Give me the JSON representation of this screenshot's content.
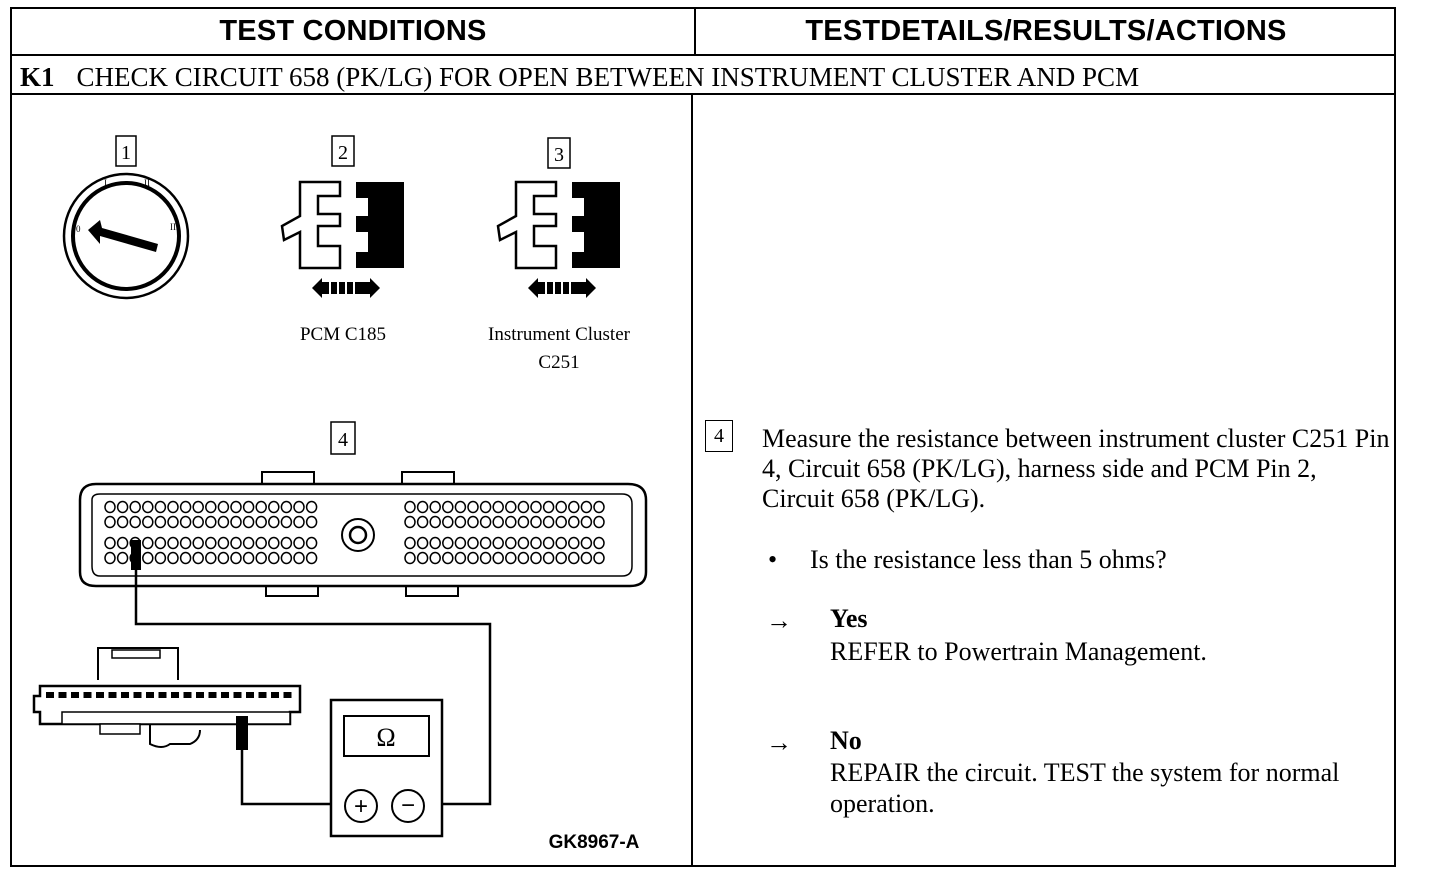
{
  "header": {
    "left_title": "TEST CONDITIONS",
    "right_title": "TESTDETAILS/RESULTS/ACTIONS"
  },
  "step": {
    "id": "K1",
    "title": "CHECK CIRCUIT 658 (PK/LG) FOR OPEN BETWEEN INSTRUMENT CLUSTER AND PCM"
  },
  "illustration": {
    "callout_1": "1",
    "callout_2": "2",
    "callout_3": "3",
    "callout_4": "4",
    "connector_1_label": "PCM C185",
    "connector_2_label_line1": "Instrument Cluster",
    "connector_2_label_line2": "C251",
    "meter_symbol": "Ω",
    "figure_id": "GK8967-A"
  },
  "details": {
    "step_number": "4",
    "instruction": "Measure the resistance between instrument cluster C251 Pin 4, Circuit 658 (PK/LG), harness side and PCM Pin 2, Circuit 658 (PK/LG).",
    "question": "Is the resistance less than 5 ohms?",
    "bullet": "•",
    "arrow": "→",
    "yes_label": "Yes",
    "yes_action": "REFER to Powertrain Management.",
    "no_label": "No",
    "no_action": "REPAIR the circuit. TEST the system for normal operation."
  }
}
